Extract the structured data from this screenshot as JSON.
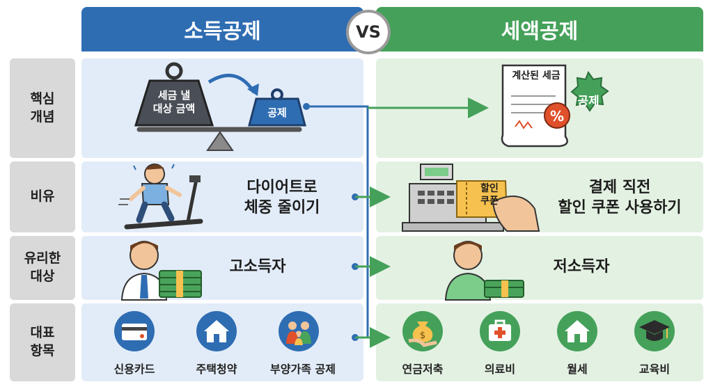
{
  "header": {
    "left_title": "소득공제",
    "vs": "VS",
    "right_title": "세액공제"
  },
  "rows": {
    "concept": {
      "label": "핵심\n개념"
    },
    "analogy": {
      "label": "비유"
    },
    "target": {
      "label": "유리한\n대상"
    },
    "items": {
      "label": "대표\n항목"
    }
  },
  "income": {
    "concept": {
      "weight_big": [
        "세금 낼",
        "대상 금액"
      ],
      "weight_small": "공제"
    },
    "analogy_text": [
      "다이어트로",
      "체중 줄이기"
    ],
    "target_text": "고소득자",
    "items": [
      "신용카드",
      "주택청약",
      "부양가족 공제"
    ]
  },
  "tax": {
    "concept": {
      "receipt_title": "계산된 세금",
      "badge": "공제",
      "percent": "%"
    },
    "analogy": {
      "coupon": [
        "할인",
        "쿠폰"
      ],
      "text": [
        "결제 직전",
        "할인 쿠폰 사용하기"
      ]
    },
    "target_text": "저소득자",
    "items": [
      "연금저축",
      "의료비",
      "월세",
      "교육비"
    ]
  },
  "icons": {
    "scale": "scale-icon",
    "runner": "treadmill-runner-icon",
    "receipt": "receipt-icon",
    "register": "cash-register-icon",
    "rich_person": "businessman-icon",
    "poor_person": "person-icon",
    "money": "money-stack-icon",
    "credit_card": "credit-card-icon",
    "house": "house-icon",
    "family": "family-icon",
    "pension": "money-bag-hand-icon",
    "medical": "first-aid-kit-icon",
    "rent": "house-icon",
    "education": "graduation-cap-icon"
  },
  "colors": {
    "blue": "#2f6db3",
    "green": "#45a15a",
    "label_bg": "#d9d9d9",
    "left_bg": "#e2ecf8",
    "right_bg": "#e3f1e2"
  }
}
